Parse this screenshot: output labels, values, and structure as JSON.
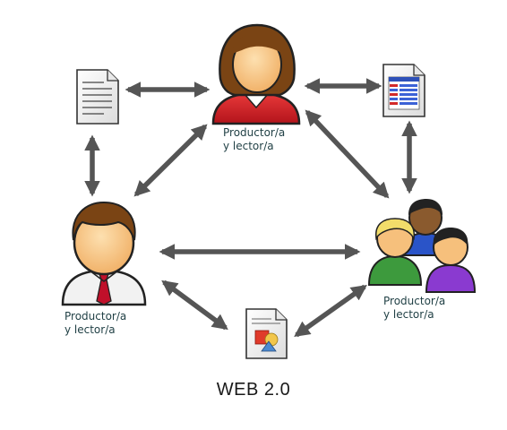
{
  "nodes": {
    "top_person": {
      "line1": "Productor/a",
      "line2": "y lector/a"
    },
    "left_person": {
      "line1": "Productor/a",
      "line2": "y lector/a"
    },
    "right_group": {
      "line1": "Productor/a",
      "line2": "y lector/a"
    }
  },
  "title": "WEB 2.0",
  "icons": [
    "woman-user-icon",
    "man-user-icon",
    "user-group-icon",
    "text-document-icon",
    "spreadsheet-document-icon",
    "image-document-icon"
  ],
  "colors": {
    "arrow": "#555555",
    "woman_shirt": "#cc1f24",
    "man_tie": "#c0102a",
    "hair": "#7a4414",
    "skin": "#f6c07c"
  }
}
